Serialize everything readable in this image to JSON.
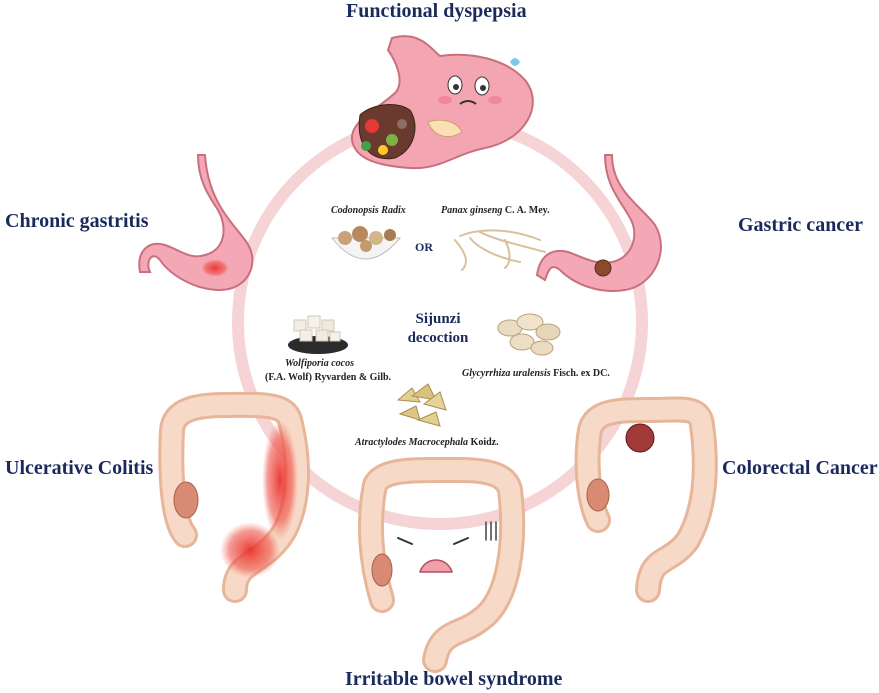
{
  "diseases": {
    "top": "Functional dyspepsia",
    "upper_left": "Chronic gastritis",
    "upper_right": "Gastric cancer",
    "lower_left": "Ulcerative Colitis",
    "lower_right": "Colorectal Cancer",
    "bottom": "Irritable bowel syndrome"
  },
  "center": {
    "title_line1": "Sijunzi",
    "title_line2": "decoction",
    "or_label": "OR"
  },
  "herbs": {
    "codonopsis": {
      "italic": "Codonopsis Radix",
      "plain": ""
    },
    "ginseng": {
      "italic": "Panax ginseng",
      "plain": " C. A. Mey."
    },
    "wolfiporia_line1": {
      "italic": "Wolfiporia cocos",
      "plain": ""
    },
    "wolfiporia_line2": "(F.A. Wolf) Ryvarden & Gilb.",
    "glycyrrhiza": {
      "italic": "Glycyrrhiza uralensis",
      "plain": " Fisch. ex DC."
    },
    "atractylodes": {
      "italic": "Atractylodes Macrocephala",
      "plain": " Koidz."
    }
  },
  "colors": {
    "ring": "#f6d4d6",
    "label_navy": "#1a2a5c",
    "organ_pink": "#f2a7b0",
    "colon_tan": "#f0cdb3",
    "inflammation_red": "#e8332b"
  }
}
